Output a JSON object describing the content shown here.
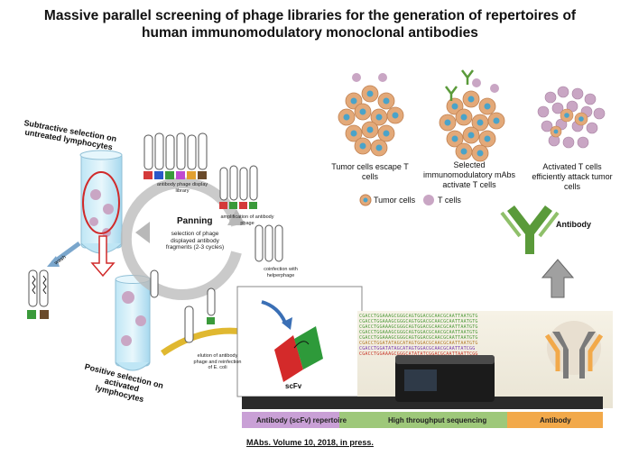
{
  "title_line1": "Massive parallel screening of phage libraries for the generation of repertoires of",
  "title_line2": "human immunomodulatory monoclonal antibodies",
  "labels": {
    "subtractive": "Subtractive selection on untreated lymphocytes",
    "positive": "Positive selection on activated lymphocytes",
    "wash": "wash",
    "panning": "Panning",
    "panning_desc": "selection of phage displayed antibody fragments (2-3 cycles)",
    "library": "antibody phage display library",
    "amplification": "amplification of antibody phage",
    "coinfection": "coinfection with helperphage",
    "elution": "elution of antibody phage and reinfection of E. coli",
    "scfv": "scFv",
    "tumor_escape": "Tumor cells escape T cells",
    "selected_mabs": "Selected immunomodulatory mAbs activate T cells",
    "activated_t": "Activated T cells efficiently attack tumor cells",
    "legend_tumor": "Tumor cells",
    "legend_t": "T cells",
    "antibody": "Antibody",
    "bar_repertoire": "Antibody (scFv) repertoire",
    "bar_sequencing": "High throughput sequencing",
    "bar_antibody": "Antibody"
  },
  "sequences": [
    "CGACCTGGAAAGCGGGCAGTGGACGCAACGCAATTAATGTG",
    "CGACCTGGAAAGCGGGCAGTGGACGCAACGCAATTAATGTG",
    "CGACCTGGAAAGCGGGCAGTGGACGCAACGCAATTAATGTG",
    "CGACCTGGAAAGCGGGCAGTGGACGCAACGCAATTAATGTG",
    "CGACCTGGAAAGCGGGCAGTGGACGCAACGCAATTAATGTG",
    "CGACCTGGATATAGCATAGTGGACGCAACGCAATTAATGTG",
    "CGACCTGGATATAGCATAGTGGACGCAACGCAATTATCGG",
    "CGACCTGGAAAGCGGGCATATATCGGACGCAATTAATTCGG"
  ],
  "citation": "MAbs. Volume 10, 2018, in press.",
  "colors": {
    "tumor": "#e3a979",
    "tumor_core": "#4aa3c9",
    "tcell": "#c9a6c4",
    "arrow_gray": "#a0a0a0",
    "antibody_green": "#5a9a3a",
    "bar_purple": "#c9a0d6",
    "bar_green": "#9ec87a",
    "bar_orange": "#f2a94a",
    "red_circle": "#d12a2a"
  }
}
